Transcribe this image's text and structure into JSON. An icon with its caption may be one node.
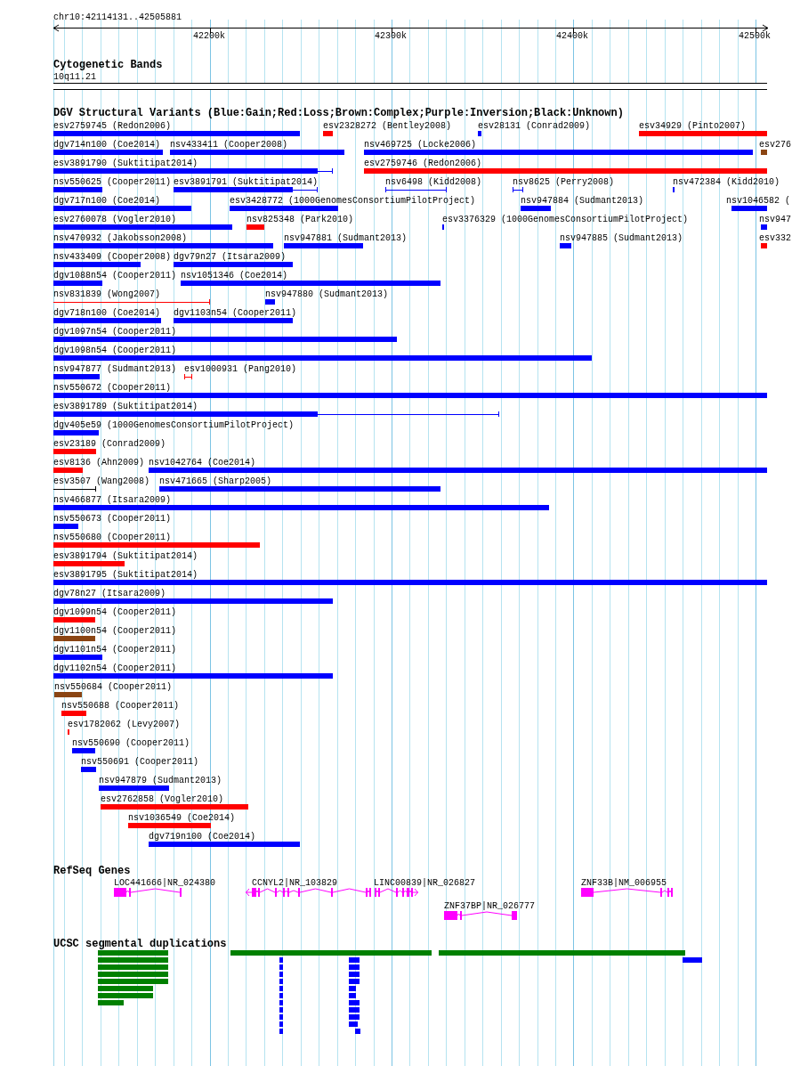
{
  "diagram": {
    "nodes": [
      {
        "text": [
          "esv2759745 (Redon2006)"
        ]
      },
      {
        "text": [
          "esv2328272 (Bentley2008)"
        ]
      },
      {
        "text": [
          "esv28131 (Conrad2009)"
        ]
      },
      {
        "text": [
          "esv34929 (Pinto2007)"
        ]
      },
      {
        "text": [
          "dgv714n100 (Coe2014)"
        ]
      },
      {
        "text": [
          "nsv433411 (Cooper2008)"
        ]
      },
      {
        "text": [
          "nsv469725 (Locke2006)"
        ]
      },
      {
        "text": [
          "esv276"
        ]
      },
      {
        "text": [
          "esv3891790 (Suktitipat2014)"
        ]
      },
      {
        "text": [
          "esv2759746 (Redon2006)"
        ]
      },
      {
        "text": [
          "nsv550625 (Cooper2011)"
        ]
      },
      {
        "text": [
          "esv3891791 (Suktitipat2014)"
        ]
      },
      {
        "text": [
          "nsv6498 (Kidd2008)"
        ]
      },
      {
        "text": [
          "nsv8625 (Perry2008)"
        ]
      },
      {
        "text": [
          "nsv472384 (Kidd2010)"
        ]
      },
      {
        "text": [
          "dgv717n100 (Coe2014)"
        ]
      },
      {
        "text": [
          "esv3428772 (1000GenomesConsortiumPilotProject)"
        ]
      },
      {
        "text": [
          "nsv947884 (Sudmant2013)"
        ]
      },
      {
        "text": [
          "nsv1046582 ("
        ]
      },
      {
        "text": [
          "esv2760078 (Vogler2010)"
        ]
      },
      {
        "text": [
          "nsv825348 (Park2010)"
        ]
      },
      {
        "text": [
          "esv3376329 (1000GenomesConsortiumPilotProject)"
        ]
      },
      {
        "text": [
          "nsv947"
        ]
      },
      {
        "text": [
          "nsv470932 (Jakobsson2008)"
        ]
      },
      {
        "text": [
          "nsv947881 (Sudmant2013)"
        ]
      },
      {
        "text": [
          "nsv947885 (Sudmant2013)"
        ]
      },
      {
        "text": [
          "esv332"
        ]
      },
      {
        "text": [
          "nsv433409 (Cooper2008)"
        ]
      },
      {
        "text": [
          "dgv79n27 (Itsara2009)"
        ]
      },
      {
        "text": [
          "dgv1088n54 (Cooper2011)"
        ]
      },
      {
        "text": [
          "nsv1051346 (Coe2014)"
        ]
      },
      {
        "text": [
          "nsv831839 (Wong2007)"
        ]
      },
      {
        "text": [
          "nsv947880 (Sudmant2013)"
        ]
      },
      {
        "text": [
          "dgv718n100 (Coe2014)"
        ]
      },
      {
        "text": [
          "dgv1103n54 (Cooper2011)"
        ]
      },
      {
        "text": [
          "dgv1097n54 (Cooper2011)"
        ]
      },
      {
        "text": [
          "dgv1098n54 (Cooper2011)"
        ]
      },
      {
        "text": [
          "nsv947877 (Sudmant2013)"
        ]
      },
      {
        "text": [
          "esv1000931 (Pang2010)"
        ]
      },
      {
        "text": [
          "nsv550672 (Cooper2011)"
        ]
      },
      {
        "text": [
          "esv3891789 (Suktitipat2014)"
        ]
      },
      {
        "text": [
          "dgv405e59 (1000GenomesConsortiumPilotProject)"
        ]
      },
      {
        "text": [
          "esv23189 (Conrad2009)"
        ]
      },
      {
        "text": [
          "esv8136 (Ahn2009)"
        ]
      },
      {
        "text": [
          "nsv1042764 (Coe2014)"
        ]
      },
      {
        "text": [
          "esv3507 (Wang2008)"
        ]
      },
      {
        "text": [
          "nsv471665 (Sharp2005)"
        ]
      },
      {
        "text": [
          "nsv466877 (Itsara2009)"
        ]
      },
      {
        "text": [
          "nsv550673 (Cooper2011)"
        ]
      },
      {
        "text": [
          "nsv550680 (Cooper2011)"
        ]
      },
      {
        "text": [
          "esv3891794 (Suktitipat2014)"
        ]
      },
      {
        "text": [
          "esv3891795 (Suktitipat2014)"
        ]
      },
      {
        "text": [
          "dgv78n27 (Itsara2009)"
        ]
      },
      {
        "text": [
          "dgv1099n54 (Cooper2011)"
        ]
      },
      {
        "text": [
          "dgv1100n54 (Cooper2011)"
        ]
      },
      {
        "text": [
          "dgv1101n54 (Cooper2011)"
        ]
      },
      {
        "text": [
          "dgv1102n54 (Cooper2011)"
        ]
      },
      {
        "text": [
          "nsv550684 (Cooper2011)"
        ]
      },
      {
        "text": [
          "nsv550688 (Cooper2011)"
        ]
      },
      {
        "text": [
          "esv1782062 (Levy2007)"
        ]
      },
      {
        "text": [
          "nsv550690 (Cooper2011)"
        ]
      },
      {
        "text": [
          "nsv550691 (Cooper2011)"
        ]
      },
      {
        "text": [
          "nsv947879 (Sudmant2013)"
        ]
      },
      {
        "text": [
          "esv2762858 (Vogler2010)"
        ]
      },
      {
        "text": [
          "nsv1036549 (Coe2014)"
        ]
      },
      {
        "text": [
          "dgv719n100 (Coe2014)"
        ]
      },
      {
        "text": [
          "LOC441666|NR_024380"
        ]
      },
      {
        "text": [
          "CCNYL2|NR_103829"
        ]
      },
      {
        "text": [
          "LINC00839|NR_026827"
        ]
      },
      {
        "text": [
          "ZNF33B|NM_006955"
        ]
      },
      {
        "text": [
          "ZNF37BP|NR_026777"
        ]
      }
    ],
    "edges": [],
    "labels": [
      "chr10:42114131..42505881",
      "42200k",
      "42300k",
      "42400k",
      "42500k",
      "Cytogenetic Bands",
      "10q11.21",
      "DGV Structural Variants (Blue:Gain;Red:Loss;Brown:Complex;Purple:Inversion;Black:Unknown)",
      "RefSeq Genes",
      "UCSC segmental duplications"
    ]
  }
}
